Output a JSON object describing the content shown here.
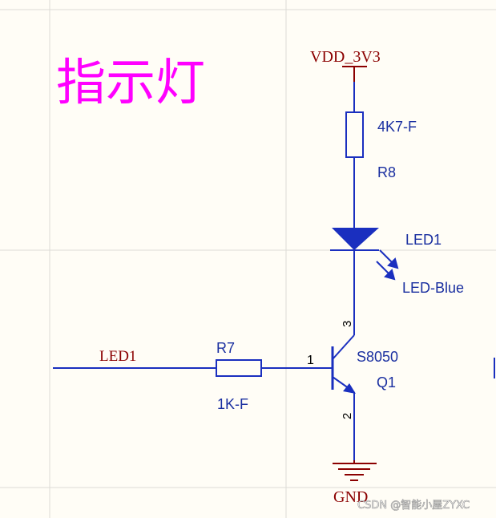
{
  "title": "指示灯",
  "watermark": "CSDN @智能小屋ZYXC",
  "colors": {
    "background": "#fffdf6",
    "grid": "#dcdcd6",
    "wire": "#1a2fbf",
    "power": "#8b0000",
    "title": "#ff00ff",
    "component_text": "#1a2fa0",
    "net_text": "#8b0000",
    "pin_text": "#000000"
  },
  "power": {
    "vdd_label": "VDD_3V3",
    "gnd_label": "GND"
  },
  "net": {
    "label": "LED1"
  },
  "r8": {
    "value": "4K7-F",
    "designator": "R8"
  },
  "led": {
    "designator": "LED1",
    "value": "LED-Blue"
  },
  "r7": {
    "designator": "R7",
    "value": "1K-F"
  },
  "q1": {
    "part": "S8050",
    "designator": "Q1",
    "pin_base": "1",
    "pin_emitter": "2",
    "pin_collector": "3"
  }
}
